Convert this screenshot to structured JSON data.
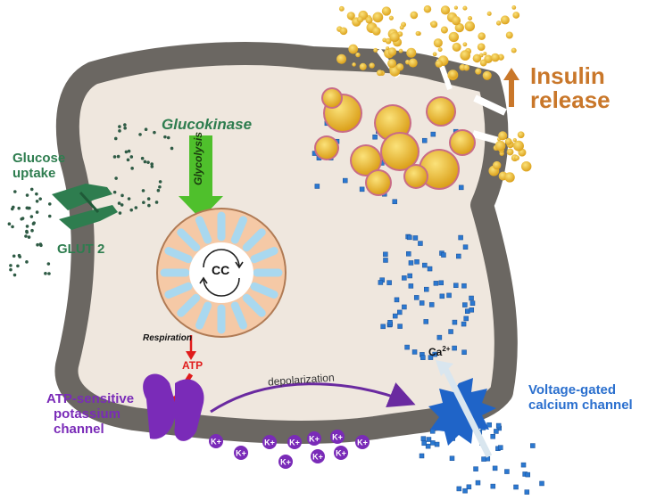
{
  "labels": {
    "glucose_uptake_1": "Glucose",
    "glucose_uptake_2": "uptake",
    "glut2": "GLUT 2",
    "glucokinase": "Glucokinase",
    "glycolysis": "Glycolysis",
    "cc": "CC",
    "respiration": "Respiration",
    "atp": "ATP",
    "katp_1": "ATP-sensitive",
    "katp_2": "potassium",
    "katp_3": "channel",
    "depolarization": "depolarization",
    "insulin_1": "Insulin",
    "insulin_2": "release",
    "calcium": "Ca",
    "calcium_charge": "2+",
    "vgcc_1": "Voltage-gated",
    "vgcc_2": "calcium channel",
    "potassium_ion": "K+"
  },
  "colors": {
    "membrane": "#6b6762",
    "cytoplasm": "#efe7de",
    "glucose_dots": "#2f5b45",
    "transporter": "#2e7d4f",
    "glycolysis_arrow": "#4fc02c",
    "mitochondrion_outer": "#f5c9a6",
    "mitochondrion_cristae": "#a9d8ef",
    "atp_red": "#e01b1b",
    "potassium": "#7a2bb8",
    "calcium": "#2b78d0",
    "insulin_granule": "#e7b928",
    "insulin_vesicle": "#c96c86",
    "insulin_arrow": "#c9772a"
  }
}
